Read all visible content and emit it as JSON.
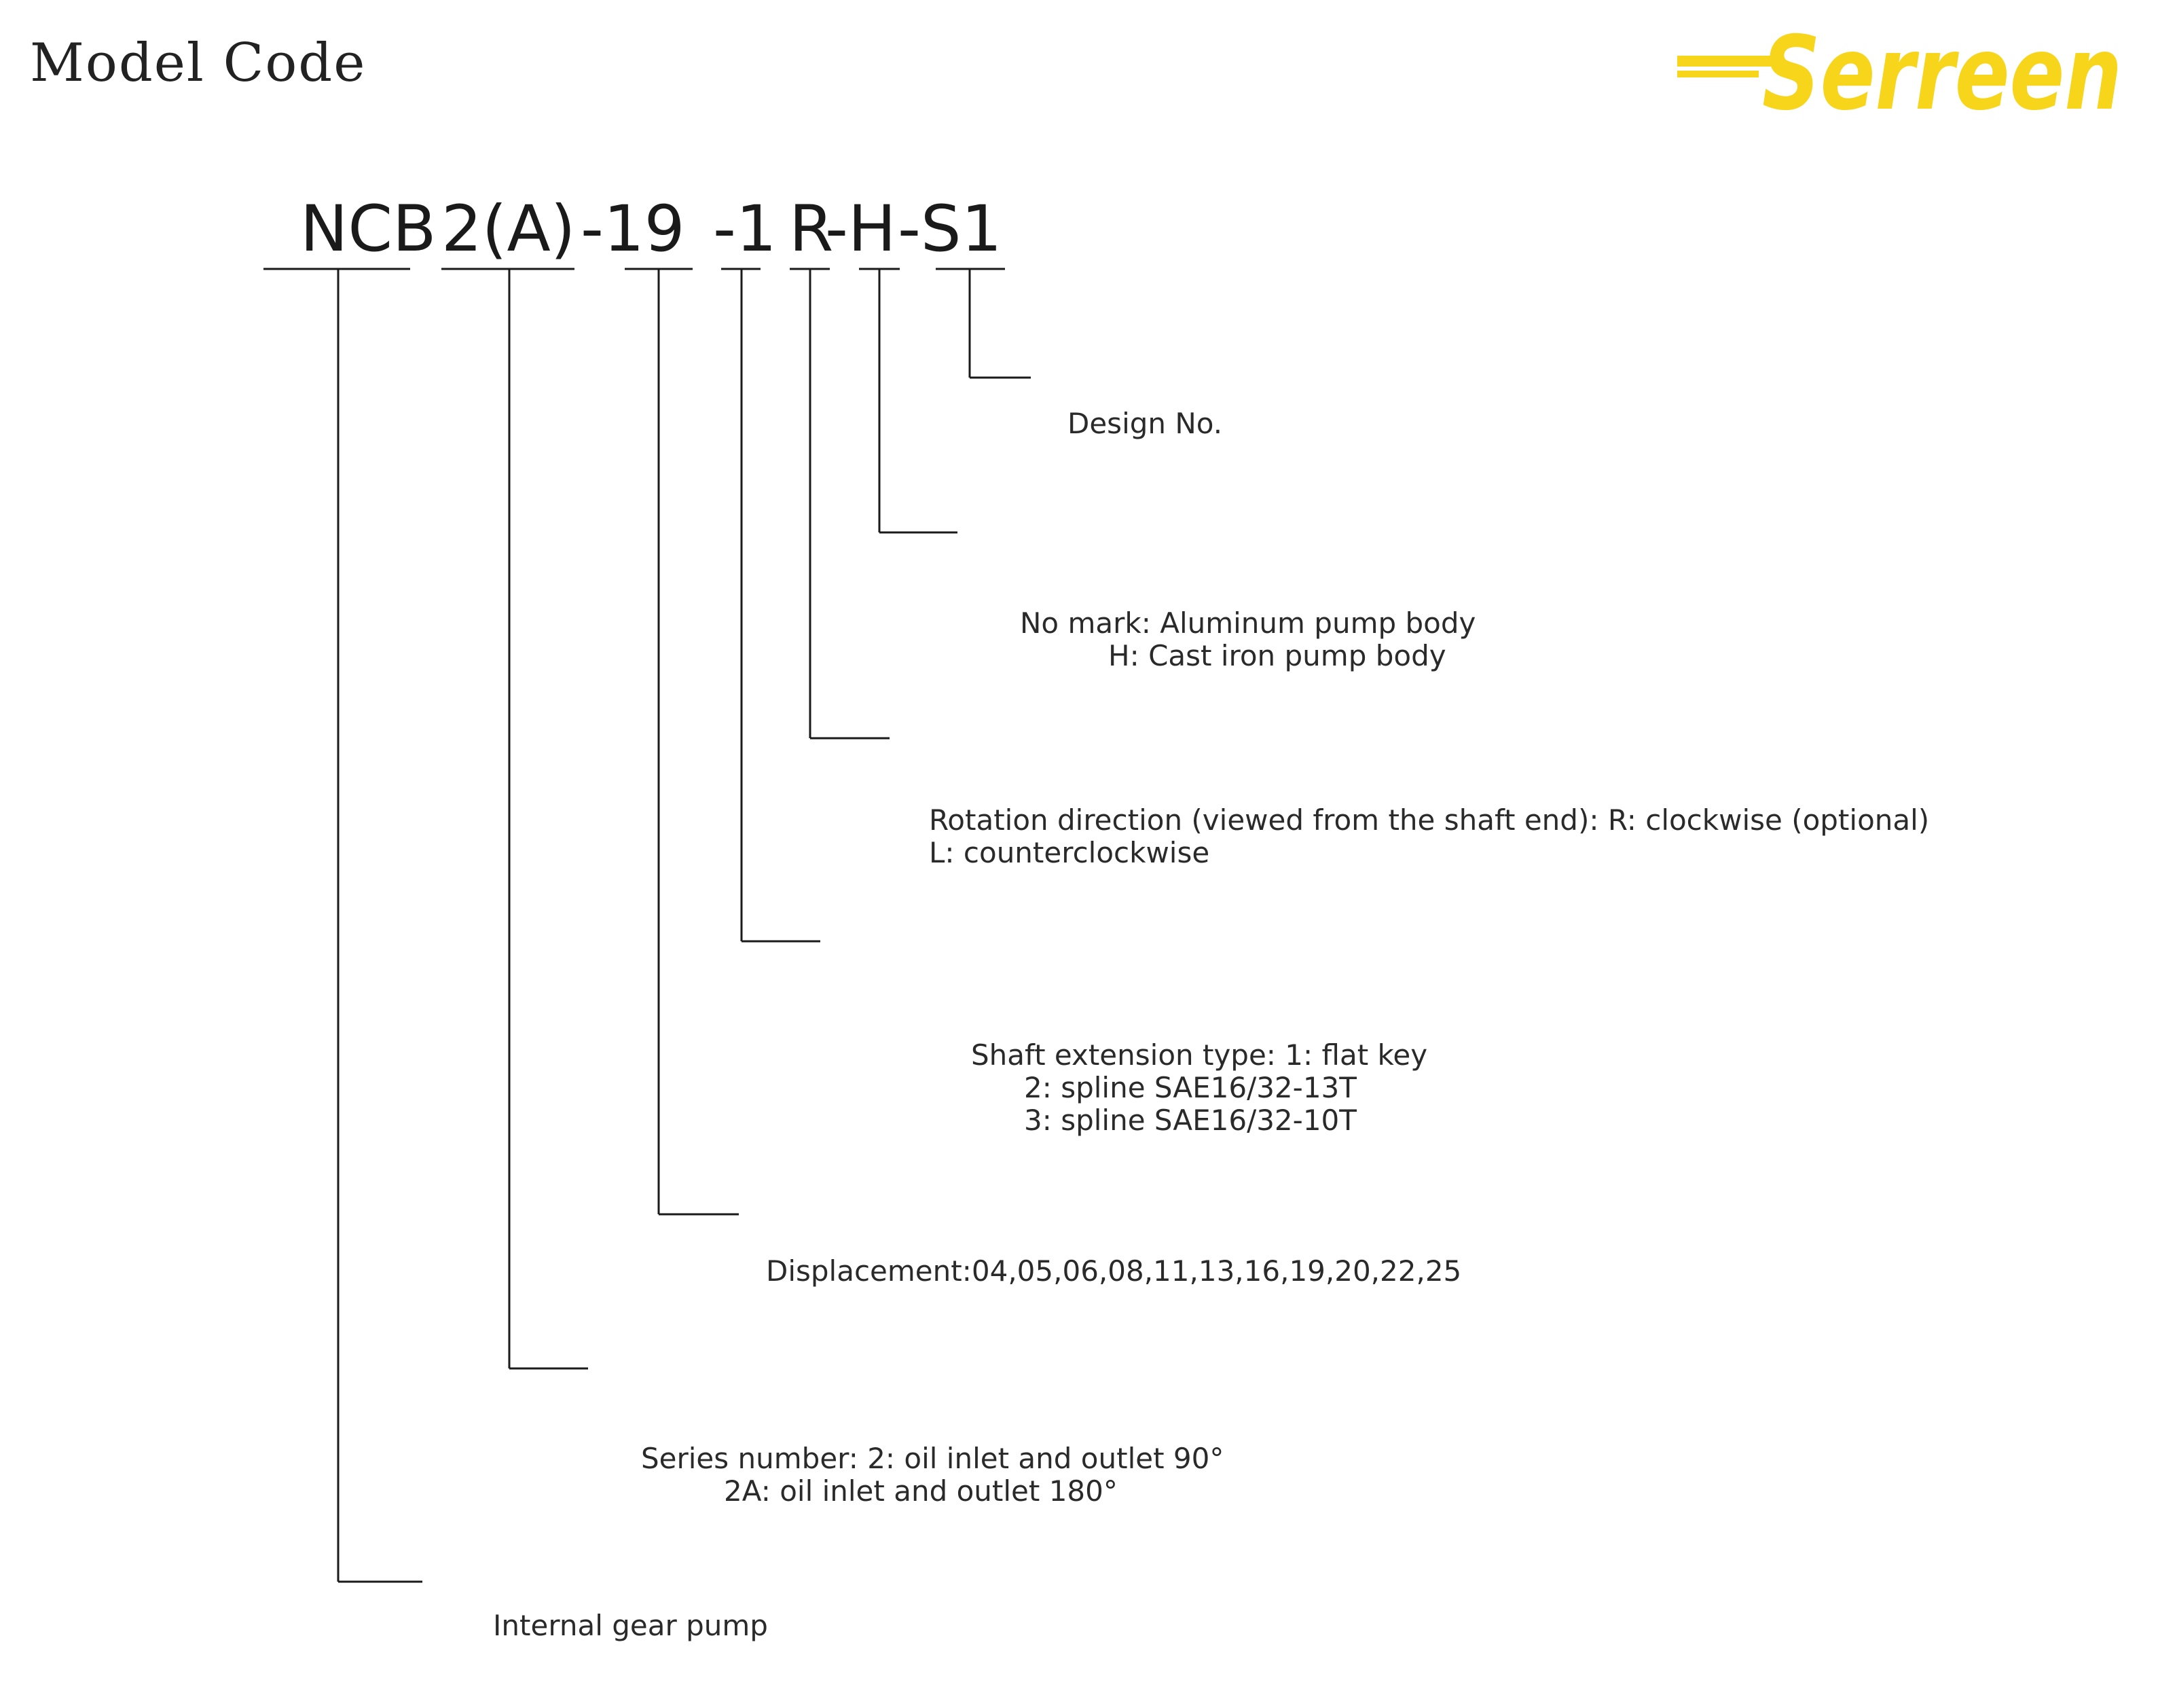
{
  "header": {
    "title": "Model Code",
    "brand": "Serreen",
    "brand_color": "#f7d51b"
  },
  "code": {
    "segments": [
      "NCB",
      "2(A)",
      "-19",
      "-1",
      "R",
      "-H",
      "-S1"
    ]
  },
  "descriptions": {
    "design": {
      "line1": "Design No."
    },
    "material": {
      "line1": "No mark: Aluminum pump body",
      "line2": "H: Cast iron pump body"
    },
    "rotation": {
      "line1": "Rotation direction (viewed from the shaft end): R: clockwise (optional)",
      "line2": "L: counterclockwise"
    },
    "shaft": {
      "line1": "Shaft extension type: 1: flat key",
      "line2": "2: spline SAE16/32-13T",
      "line3": "3: spline SAE16/32-10T"
    },
    "displacement": {
      "line1": "Displacement:04,05,06,08,11,13,16,19,20,22,25"
    },
    "series": {
      "line1": "Series number: 2: oil inlet and outlet 90°",
      "line2": "2A: oil inlet and outlet 180°"
    },
    "type": {
      "line1": "Internal gear pump"
    }
  }
}
